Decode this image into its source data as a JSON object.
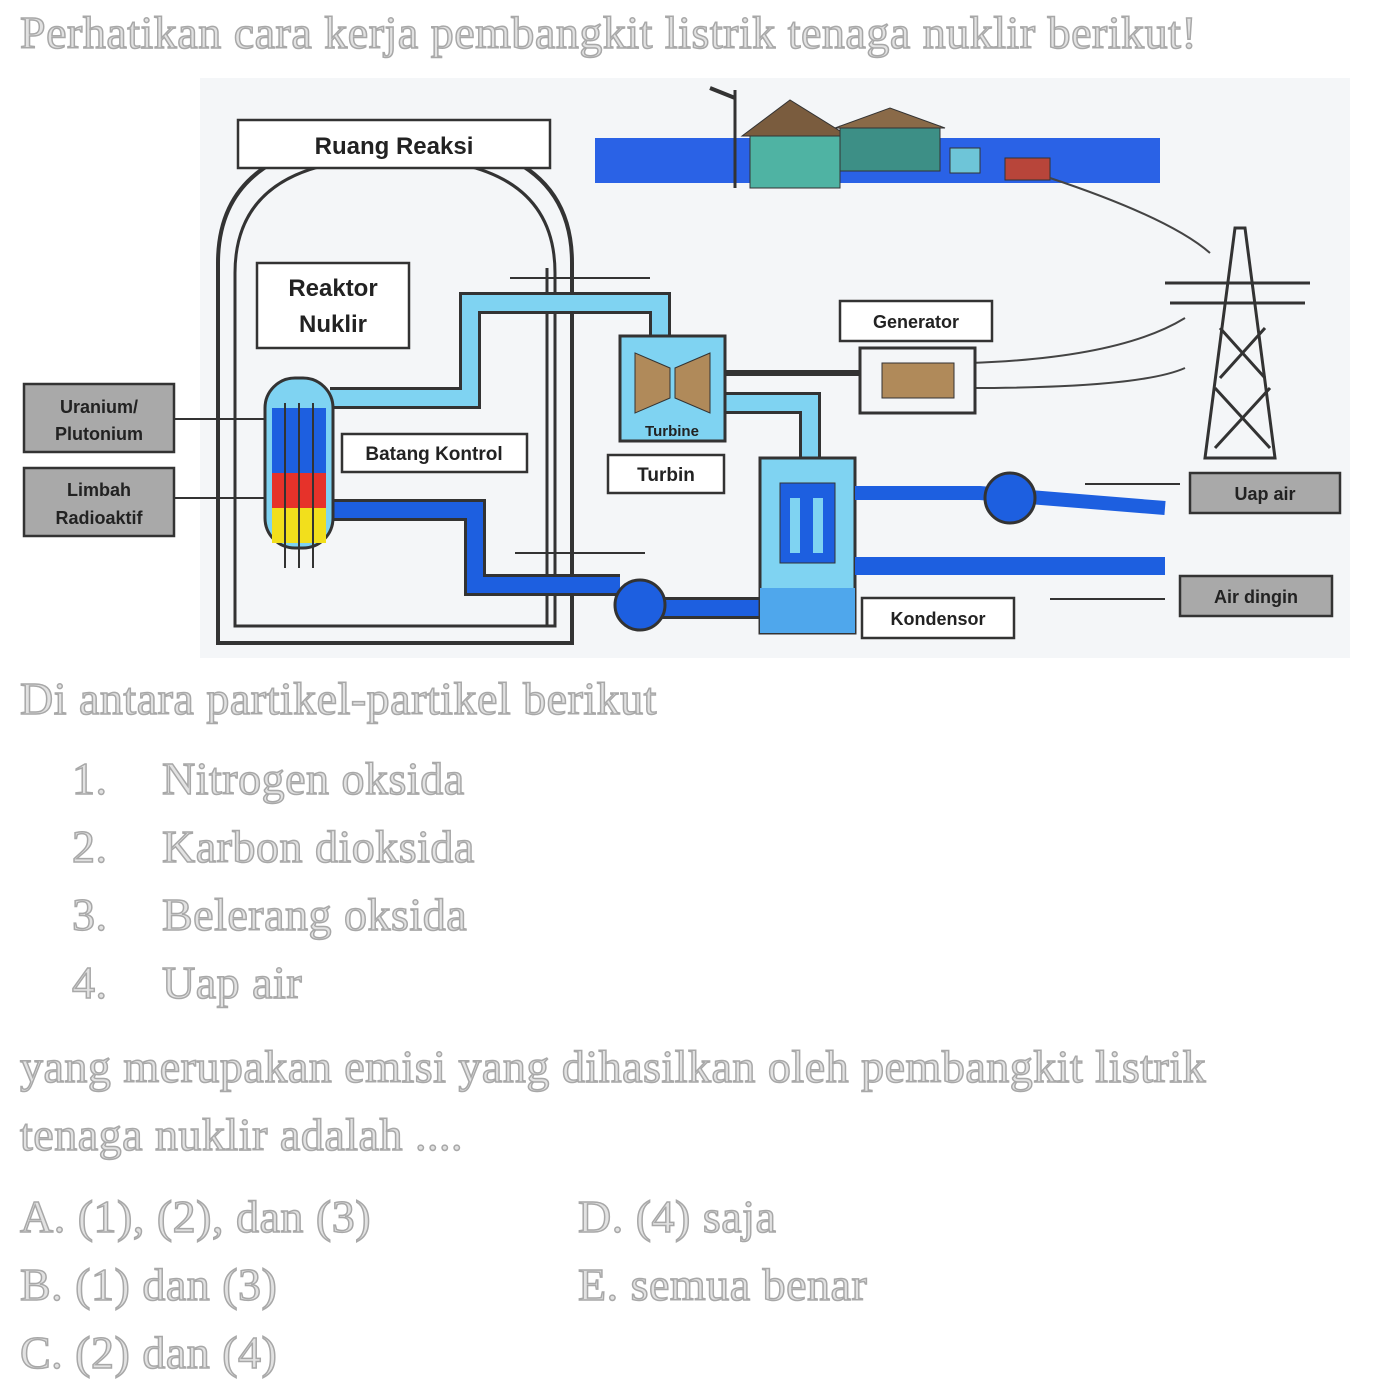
{
  "heading": "Perhatikan cara kerja pembangkit listrik tenaga nuklir berikut!",
  "diagram": {
    "ruang_reaksi": "Ruang Reaksi",
    "reaktor_line1": "Reaktor",
    "reaktor_line2": "Nuklir",
    "uranium_line1": "Uranium/",
    "uranium_line2": "Plutonium",
    "limbah_line1": "Limbah",
    "limbah_line2": "Radioaktif",
    "batang_kontrol": "Batang Kontrol",
    "turbin": "Turbin",
    "turbine_small": "Turbine",
    "generator": "Generator",
    "kondensor": "Kondensor",
    "uap_air": "Uap air",
    "air_dingin": "Air dingin",
    "colors": {
      "water_light": "#7fd3f2",
      "water_dark": "#1d5fe0",
      "grey_box": "#a9a9a9",
      "sky": "#2a62e6"
    }
  },
  "intro": "Di antara partikel-partikel berikut",
  "items": [
    {
      "num": "1.",
      "label": "Nitrogen oksida"
    },
    {
      "num": "2.",
      "label": "Karbon dioksida"
    },
    {
      "num": "3.",
      "label": "Belerang oksida"
    },
    {
      "num": "4.",
      "label": "Uap air"
    }
  ],
  "question_line1": "yang merupakan emisi yang dihasilkan oleh pembangkit listrik",
  "question_line2": "tenaga nuklir adalah ....",
  "options": {
    "A": "A.  (1), (2), dan (3)",
    "B": "B.  (1) dan (3)",
    "C": "C.  (2) dan (4)",
    "D": "D.  (4) saja",
    "E": "E.   semua benar"
  }
}
